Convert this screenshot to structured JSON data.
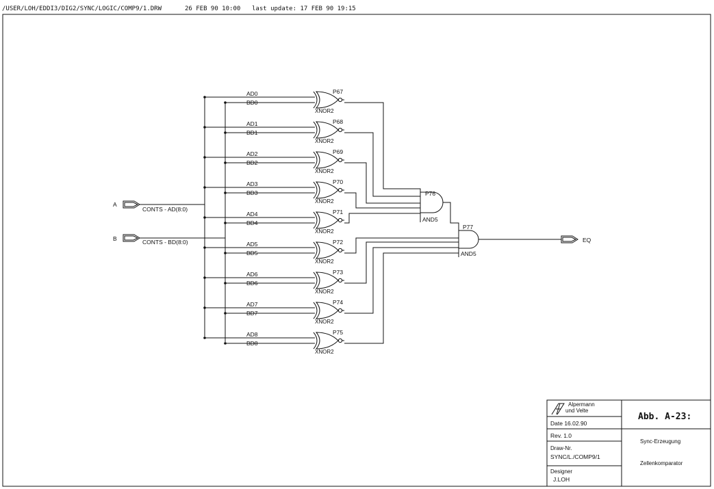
{
  "header": {
    "path": "/USER/LOH/EDDI3/DIG2/SYNC/LOGIC/COMP9/1.DRW",
    "plot_date": "26 FEB 90 10:00",
    "last_update": "last update: 17 FEB 90 19:15"
  },
  "inputs": [
    {
      "port": "A",
      "bus_label": "CONTS - AD(8:0)"
    },
    {
      "port": "B",
      "bus_label": "CONTS - BD(8:0)"
    }
  ],
  "output": {
    "port": "EQ"
  },
  "xnor_gates": [
    {
      "name": "P67",
      "type": "XNOR2",
      "a": "AD0",
      "b": "BD0"
    },
    {
      "name": "P68",
      "type": "XNOR2",
      "a": "AD1",
      "b": "BD1"
    },
    {
      "name": "P69",
      "type": "XNOR2",
      "a": "AD2",
      "b": "BD2"
    },
    {
      "name": "P70",
      "type": "XNOR2",
      "a": "AD3",
      "b": "BD3"
    },
    {
      "name": "P71",
      "type": "XNOR2",
      "a": "AD4",
      "b": "BD4"
    },
    {
      "name": "P72",
      "type": "XNOR2",
      "a": "AD5",
      "b": "BD5"
    },
    {
      "name": "P73",
      "type": "XNOR2",
      "a": "AD6",
      "b": "BD6"
    },
    {
      "name": "P74",
      "type": "XNOR2",
      "a": "AD7",
      "b": "BD7"
    },
    {
      "name": "P75",
      "type": "XNOR2",
      "a": "AD8",
      "b": "BD8"
    }
  ],
  "and_gates": [
    {
      "name": "P76",
      "type": "AND5"
    },
    {
      "name": "P77",
      "type": "AND5"
    }
  ],
  "title_block": {
    "company_line1": "Alpermann",
    "company_line2": "und Velte",
    "date": "Date  16.02.90",
    "rev": "Rev.  1.0",
    "draw_nr_label": "Draw-Nr.",
    "draw_nr": "SYNC/L./COMP9/1",
    "designer_label": "Designer",
    "designer": "J.LOH",
    "figure": "Abb. A-23:",
    "title1": "Sync-Erzeugung",
    "title2": "Zellenkomparator"
  }
}
